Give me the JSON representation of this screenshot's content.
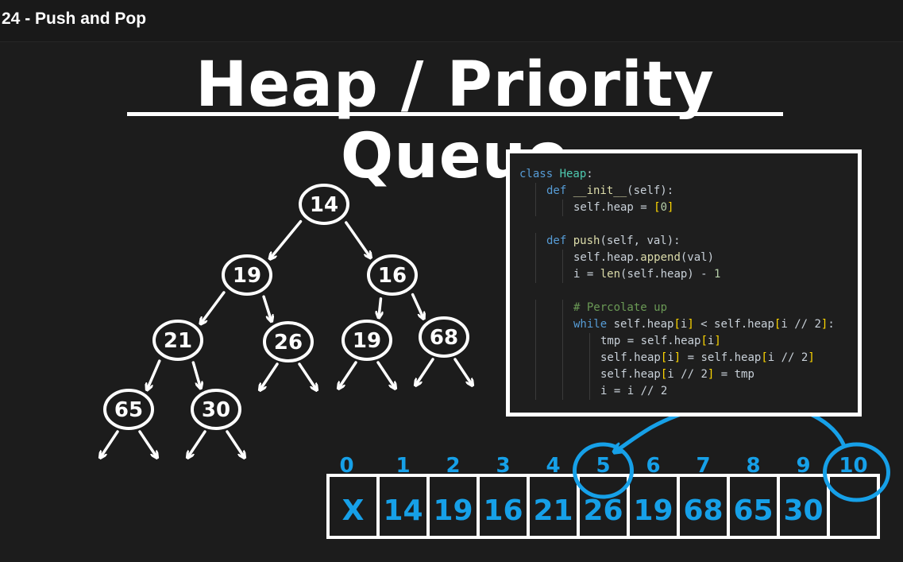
{
  "video": {
    "title": "24 - Push and Pop"
  },
  "slide": {
    "title": "Heap / Priority Queue"
  },
  "tree": {
    "nodes": [
      {
        "id": "root",
        "value": "14"
      },
      {
        "id": "l",
        "value": "19"
      },
      {
        "id": "r",
        "value": "16"
      },
      {
        "id": "ll",
        "value": "21"
      },
      {
        "id": "lr",
        "value": "26"
      },
      {
        "id": "rl",
        "value": "19"
      },
      {
        "id": "rr",
        "value": "68"
      },
      {
        "id": "lll",
        "value": "65"
      },
      {
        "id": "llr",
        "value": "30"
      }
    ]
  },
  "code": {
    "lines": [
      {
        "indent": 0,
        "parts": [
          {
            "t": "class ",
            "c": "kw"
          },
          {
            "t": "Heap",
            "c": "cls"
          },
          {
            "t": ":",
            "c": ""
          }
        ]
      },
      {
        "indent": 1,
        "parts": [
          {
            "t": "def ",
            "c": "kw"
          },
          {
            "t": "__init__",
            "c": "fn"
          },
          {
            "t": "(self):",
            "c": ""
          }
        ]
      },
      {
        "indent": 2,
        "parts": [
          {
            "t": "self.heap = ",
            "c": ""
          },
          {
            "t": "[",
            "c": "brk"
          },
          {
            "t": "0",
            "c": "num"
          },
          {
            "t": "]",
            "c": "brk"
          }
        ]
      },
      {
        "indent": 0,
        "parts": []
      },
      {
        "indent": 1,
        "parts": [
          {
            "t": "def ",
            "c": "kw"
          },
          {
            "t": "push",
            "c": "fn"
          },
          {
            "t": "(self, val):",
            "c": ""
          }
        ]
      },
      {
        "indent": 2,
        "parts": [
          {
            "t": "self.heap.",
            "c": ""
          },
          {
            "t": "append",
            "c": "fn"
          },
          {
            "t": "(val)",
            "c": ""
          }
        ]
      },
      {
        "indent": 2,
        "parts": [
          {
            "t": "i = ",
            "c": ""
          },
          {
            "t": "len",
            "c": "fn"
          },
          {
            "t": "(self.heap) - ",
            "c": ""
          },
          {
            "t": "1",
            "c": "num"
          }
        ]
      },
      {
        "indent": 0,
        "parts": []
      },
      {
        "indent": 2,
        "parts": [
          {
            "t": "# Percolate up",
            "c": "cm"
          }
        ]
      },
      {
        "indent": 2,
        "parts": [
          {
            "t": "while ",
            "c": "kw"
          },
          {
            "t": "self.heap",
            "c": ""
          },
          {
            "t": "[",
            "c": "brk"
          },
          {
            "t": "i",
            "c": ""
          },
          {
            "t": "]",
            "c": "brk"
          },
          {
            "t": " < self.heap",
            "c": ""
          },
          {
            "t": "[",
            "c": "brk"
          },
          {
            "t": "i // 2",
            "c": ""
          },
          {
            "t": "]",
            "c": "brk"
          },
          {
            "t": ":",
            "c": ""
          }
        ]
      },
      {
        "indent": 3,
        "parts": [
          {
            "t": "tmp = self.heap",
            "c": ""
          },
          {
            "t": "[",
            "c": "brk"
          },
          {
            "t": "i",
            "c": ""
          },
          {
            "t": "]",
            "c": "brk"
          }
        ]
      },
      {
        "indent": 3,
        "parts": [
          {
            "t": "self.heap",
            "c": ""
          },
          {
            "t": "[",
            "c": "brk"
          },
          {
            "t": "i",
            "c": ""
          },
          {
            "t": "]",
            "c": "brk"
          },
          {
            "t": " = self.heap",
            "c": ""
          },
          {
            "t": "[",
            "c": "brk"
          },
          {
            "t": "i // 2",
            "c": ""
          },
          {
            "t": "]",
            "c": "brk"
          }
        ]
      },
      {
        "indent": 3,
        "parts": [
          {
            "t": "self.heap",
            "c": ""
          },
          {
            "t": "[",
            "c": "brk"
          },
          {
            "t": "i // 2",
            "c": ""
          },
          {
            "t": "]",
            "c": "brk"
          },
          {
            "t": " = tmp",
            "c": ""
          }
        ]
      },
      {
        "indent": 3,
        "parts": [
          {
            "t": "i = i // 2",
            "c": ""
          }
        ]
      }
    ]
  },
  "array": {
    "indices": [
      "0",
      "1",
      "2",
      "3",
      "4",
      "5",
      "6",
      "7",
      "8",
      "9",
      "10"
    ],
    "cells": [
      "X",
      "14",
      "19",
      "16",
      "21",
      "26",
      "19",
      "68",
      "65",
      "30",
      ""
    ],
    "circled_indices": [
      "5",
      "10"
    ]
  },
  "colors": {
    "annotation": "#16a0e8",
    "background": "#1c1c1c",
    "chalk": "#ffffff"
  }
}
